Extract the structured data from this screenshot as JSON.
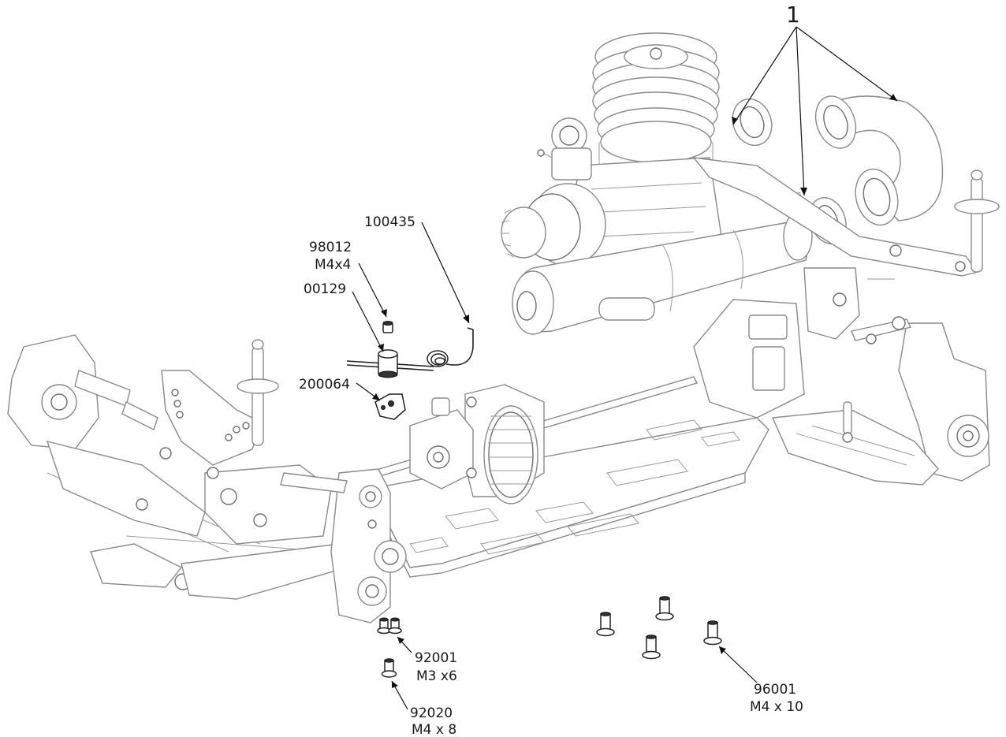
{
  "callouts": {
    "kit": "1",
    "p100435": "100435",
    "p98012_code": "98012",
    "p98012_size": "M4x4",
    "p00129": "00129",
    "p200064": "200064",
    "p92001_code": "92001",
    "p92001_size": "M3 x6",
    "p92020_code": "92020",
    "p92020_size": "M4 x 8",
    "p96001_code": "96001",
    "p96001_size": "M4 x 10"
  }
}
